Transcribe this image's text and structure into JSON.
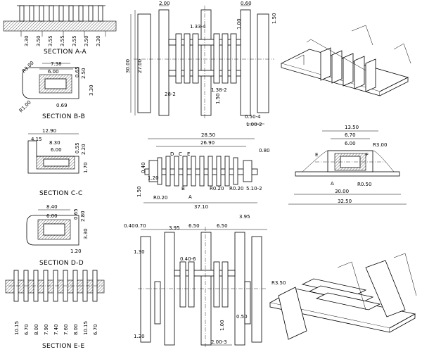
{
  "section_labels": {
    "a": "SECTION  A-A",
    "b": "SECTION  B-B",
    "c": "SECTION  C-C",
    "d": "SECTION  D-D",
    "e": "SECTION  E-E"
  },
  "dimensions": {
    "section_a": [
      "3.30",
      "3.50",
      "3.55",
      "3.55",
      "3.55",
      "3.50",
      "3.30"
    ],
    "section_b": {
      "w": "7.38",
      "inner": "6.00",
      "r": "R3.00",
      "r2": "R1.00",
      "h1": "0.65",
      "h2": "2.50",
      "h3": "3.30",
      "bottom": "0.69"
    },
    "section_c": {
      "w": "12.90",
      "w2": "8.30",
      "w3": "6.00",
      "t": "4.15",
      "v1": "0.55",
      "v2": "2.20",
      "side": "1.70"
    },
    "section_d": {
      "w": "8.40",
      "w2": "6.00",
      "v1": "0.65",
      "v2": "2.80",
      "side": "3.30",
      "bottom": "1.20"
    },
    "section_e": [
      "10.15",
      "6.70",
      "8.00",
      "7.90",
      "7.40",
      "7.60",
      "8.00",
      "10.15",
      "6.70"
    ],
    "front": {
      "top1": "2.00",
      "top2": "0.60",
      "h1": "30.00",
      "h2": "27.00",
      "c1": "1.33-4",
      "c2": "1.00",
      "c3": "1.50",
      "c4": "28-2",
      "c5": "1.38-2",
      "c6": "1.50",
      "c7": "0.50-4",
      "c8": "1.00-2"
    },
    "top": {
      "w1": "28.50",
      "w2": "26.90",
      "w3": "0.80",
      "lD": "D",
      "lC": "C",
      "lE": "E",
      "v1": "0.40",
      "v2": "1.20",
      "v3": "1.50",
      "v4": "R0.20",
      "v5": "R0.20",
      "v6": "R0.20",
      "v7": "5.10-2",
      "w4": "37.10",
      "lB": "B",
      "lA": "A"
    },
    "side": {
      "w1": "13.50",
      "w2": "6.70",
      "w3": "6.00",
      "r": "R3.00",
      "lE": "E",
      "lF": "F",
      "lA": "A",
      "r2": "R0.50",
      "w4": "30.00",
      "w5": "32.50"
    },
    "bottom": {
      "t1": "0.40",
      "t2": "0.70",
      "t3": "3.95",
      "t4": "6.50",
      "t5": "6.50",
      "t6": "3.95",
      "v1": "1.30",
      "v2": "0.40-6",
      "r": "R3.50",
      "v3": "1.20",
      "v4": "1.00",
      "v5": "0.50",
      "b1": "2.00-3"
    }
  }
}
